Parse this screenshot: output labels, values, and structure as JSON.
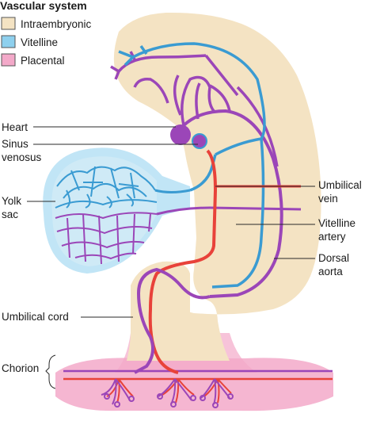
{
  "legend": {
    "title": "Vascular system",
    "items": [
      {
        "label": "Intraembryonic",
        "color": "#f4e3c3"
      },
      {
        "label": "Vitelline",
        "color": "#8ed0ee"
      },
      {
        "label": "Placental",
        "color": "#f3a9c9"
      }
    ]
  },
  "labels": {
    "heart": "Heart",
    "sinus_venosus_1": "Sinus",
    "sinus_venosus_2": "venosus",
    "yolk_sac_1": "Yolk",
    "yolk_sac_2": "sac",
    "umbilical_vein_1": "Umbilical",
    "umbilical_vein_2": "vein",
    "vitelline_artery_1": "Vitelline",
    "vitelline_artery_2": "artery",
    "dorsal_aorta_1": "Dorsal",
    "dorsal_aorta_2": "aorta",
    "umbilical_cord": "Umbilical cord",
    "chorion": "Chorion"
  },
  "colors": {
    "embryo_tissue": "#f4e3c3",
    "vitelline": "#8ed0ee",
    "placental": "#f3a9c9",
    "arteries": "#9b46b8",
    "vitelline_vessels": "#3a9bd2",
    "umbilical_vessels": "#e8423a"
  }
}
